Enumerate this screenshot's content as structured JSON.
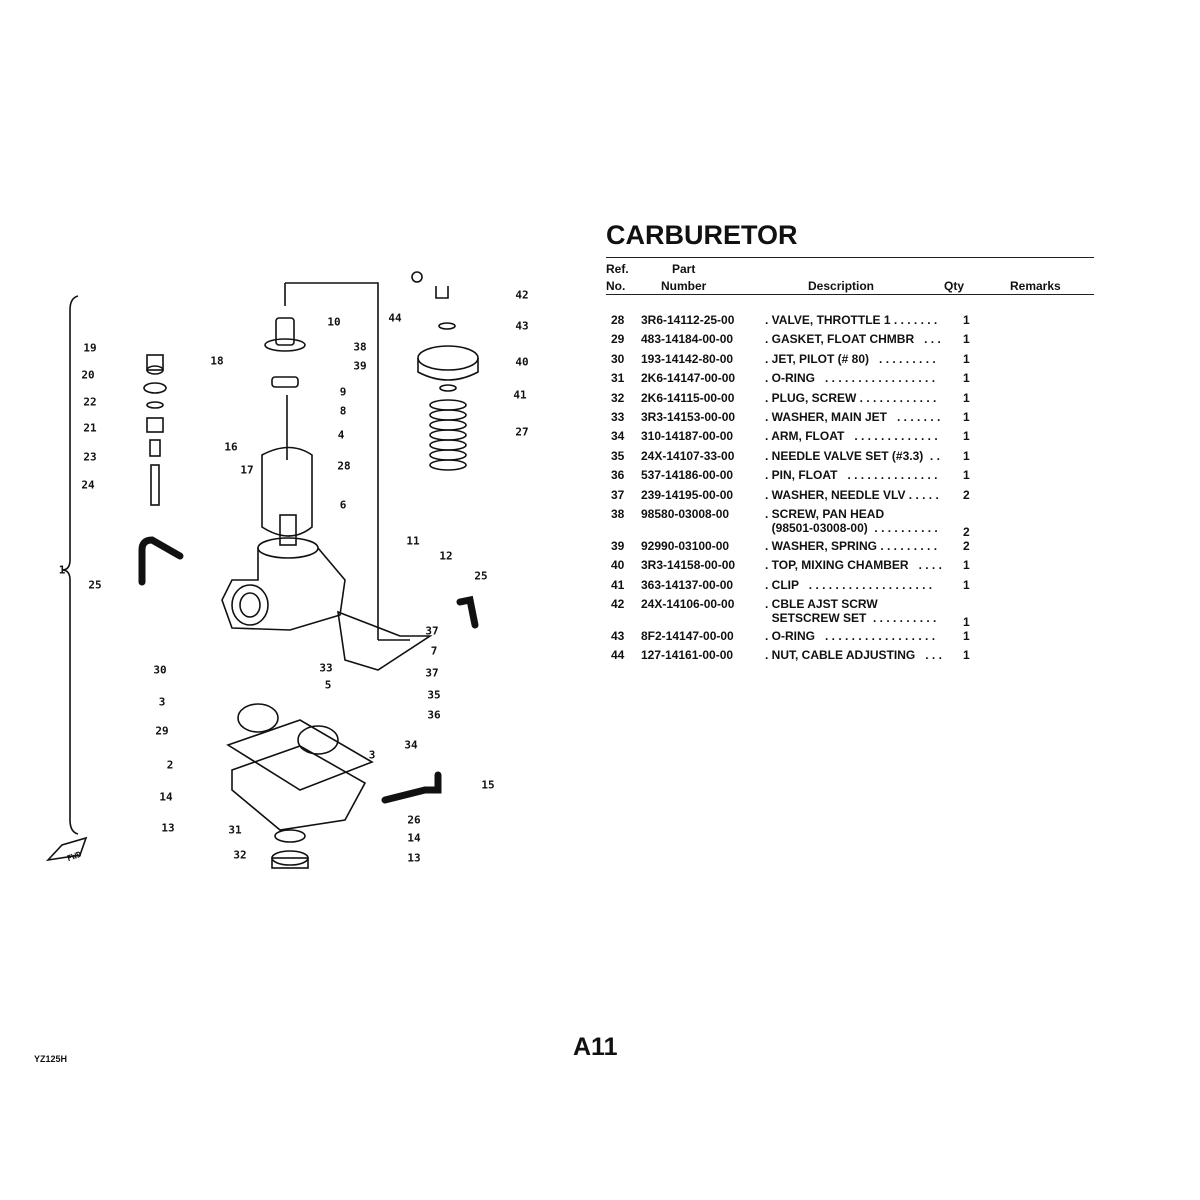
{
  "title": "CARBURETOR",
  "headers": {
    "ref_1": "Ref.",
    "ref_2": "No.",
    "part_1": "Part",
    "part_2": "Number",
    "description": "Description",
    "qty": "Qty",
    "remarks": "Remarks"
  },
  "parts": [
    {
      "ref": "28",
      "part_number": "3R6-14112-25-00",
      "description": ". VALVE, THROTTLE 1 . . . . . . .",
      "qty": "1"
    },
    {
      "ref": "29",
      "part_number": "483-14184-00-00",
      "description": ". GASKET, FLOAT CHMBR   . . .",
      "qty": "1"
    },
    {
      "ref": "30",
      "part_number": "193-14142-80-00",
      "description": ". JET, PILOT (# 80)   . . . . . . . . .",
      "qty": "1"
    },
    {
      "ref": "31",
      "part_number": "2K6-14147-00-00",
      "description": ". O-RING   . . . . . . . . . . . . . . . . .",
      "qty": "1"
    },
    {
      "ref": "32",
      "part_number": "2K6-14115-00-00",
      "description": ". PLUG, SCREW . . . . . . . . . . . .",
      "qty": "1"
    },
    {
      "ref": "33",
      "part_number": "3R3-14153-00-00",
      "description": ". WASHER, MAIN JET   . . . . . . .",
      "qty": "1"
    },
    {
      "ref": "34",
      "part_number": "310-14187-00-00",
      "description": ". ARM, FLOAT   . . . . . . . . . . . . .",
      "qty": "1"
    },
    {
      "ref": "35",
      "part_number": "24X-14107-33-00",
      "description": ". NEEDLE VALVE SET (#3.3)  . .",
      "qty": "1"
    },
    {
      "ref": "36",
      "part_number": "537-14186-00-00",
      "description": ". PIN, FLOAT   . . . . . . . . . . . . . .",
      "qty": "1"
    },
    {
      "ref": "37",
      "part_number": "239-14195-00-00",
      "description": ". WASHER, NEEDLE VLV . . . . .",
      "qty": "2"
    },
    {
      "ref": "38",
      "part_number": "98580-03008-00",
      "description": ". SCREW, PAN HEAD\n  (98501-03008-00)  . . . . . . . . . .",
      "qty": "2"
    },
    {
      "ref": "39",
      "part_number": "92990-03100-00",
      "description": ". WASHER, SPRING . . . . . . . . .",
      "qty": "2"
    },
    {
      "ref": "40",
      "part_number": "3R3-14158-00-00",
      "description": ". TOP, MIXING CHAMBER   . . . .",
      "qty": "1"
    },
    {
      "ref": "41",
      "part_number": "363-14137-00-00",
      "description": ". CLIP   . . . . . . . . . . . . . . . . . . .",
      "qty": "1"
    },
    {
      "ref": "42",
      "part_number": "24X-14106-00-00",
      "description": ". CBLE AJST SCRW\n  SETSCREW SET  . . . . . . . . . .",
      "qty": "1"
    },
    {
      "ref": "43",
      "part_number": "8F2-14147-00-00",
      "description": ". O-RING   . . . . . . . . . . . . . . . . .",
      "qty": "1"
    },
    {
      "ref": "44",
      "part_number": "127-14161-00-00",
      "description": ". NUT, CABLE ADJUSTING   . . .",
      "qty": "1"
    }
  ],
  "callouts": [
    "19",
    "18",
    "20",
    "22",
    "21",
    "23",
    "24",
    "1",
    "25",
    "16",
    "17",
    "10",
    "38",
    "39",
    "9",
    "8",
    "4",
    "28",
    "6",
    "44",
    "42",
    "43",
    "40",
    "41",
    "27",
    "11",
    "12",
    "25",
    "37",
    "7",
    "37",
    "35",
    "36",
    "34",
    "3",
    "30",
    "33",
    "5",
    "29",
    "2",
    "3",
    "14",
    "13",
    "31",
    "32",
    "26",
    "14",
    "15",
    "13"
  ],
  "fwd_label": "FWD",
  "page_number": "A11",
  "model": "YZ125H"
}
